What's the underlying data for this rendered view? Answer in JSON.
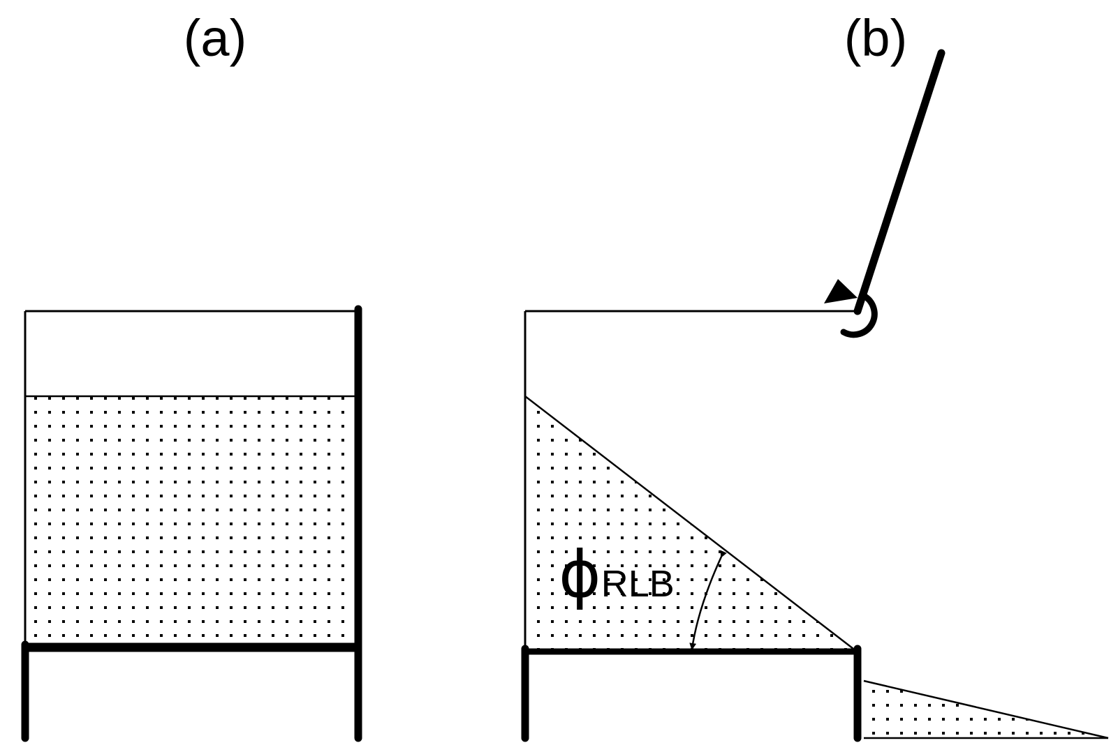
{
  "panels": {
    "a": {
      "label": "(a)"
    },
    "b": {
      "label": "(b)"
    }
  },
  "angle_label": {
    "symbol": "ϕ",
    "subscript": "RLB"
  },
  "colors": {
    "ink": "#000000",
    "background": "#ffffff"
  }
}
